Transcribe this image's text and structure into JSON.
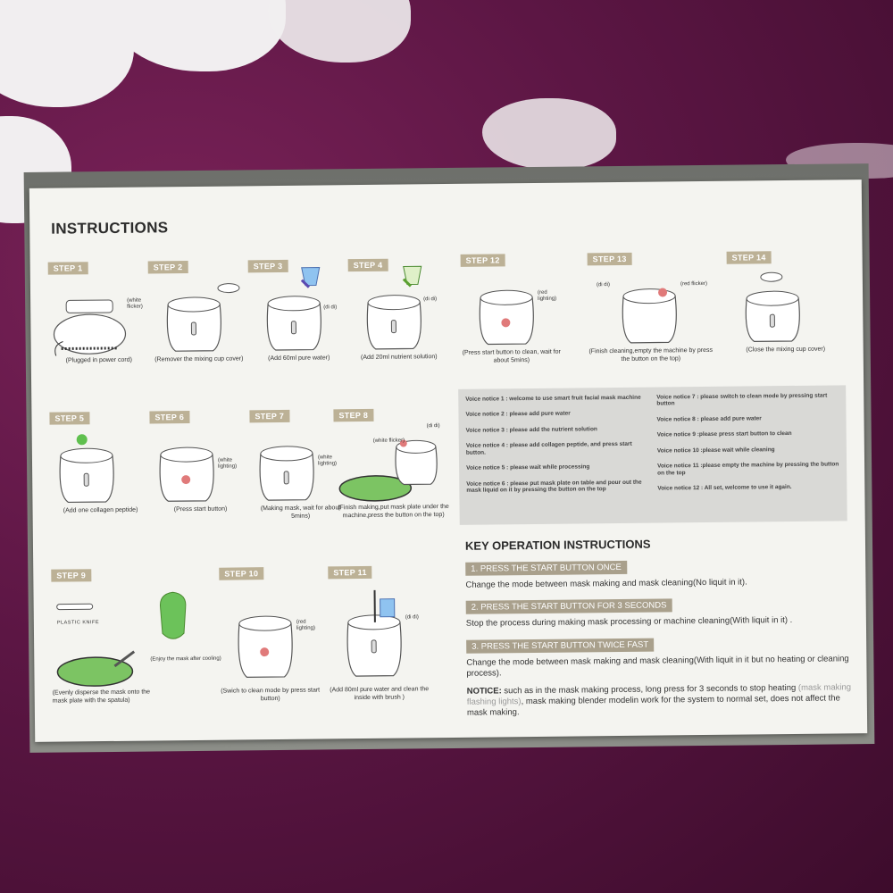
{
  "heading": "INSTRUCTIONS",
  "steps": [
    {
      "tag": "STEP 1",
      "caption": "(Plugged in power cord)",
      "labels": [
        "(white flicker)"
      ]
    },
    {
      "tag": "STEP 2",
      "caption": "(Remover the mixing cup cover)",
      "labels": []
    },
    {
      "tag": "STEP 3",
      "caption": "(Add 60ml pure water)",
      "labels": [
        "(di di)"
      ]
    },
    {
      "tag": "STEP 4",
      "caption": "(Add 20ml nutrient solution)",
      "labels": [
        "(di di)"
      ]
    },
    {
      "tag": "STEP 5",
      "caption": "(Add one collagen peptide)",
      "labels": []
    },
    {
      "tag": "STEP 6",
      "caption": "(Press start button)",
      "labels": [
        "(white lighting)"
      ]
    },
    {
      "tag": "STEP 7",
      "caption": "(Making mask, wait for about 5mins)",
      "labels": [
        "(white lighting)"
      ]
    },
    {
      "tag": "STEP 8",
      "caption": "(Finish making,put mask plate under the machine,press the button on the top)",
      "labels": [
        "(di di)",
        "(white flicker)"
      ]
    },
    {
      "tag": "STEP 9",
      "caption": "(Evenly disperse the mask onto the mask plate with the spatula)",
      "labels": [
        "PLASTIC KNIFE"
      ],
      "caption2": "(Enjoy the mask after cooling)"
    },
    {
      "tag": "STEP 10",
      "caption": "(Swich to clean mode by press start button)",
      "labels": [
        "(red lighting)"
      ]
    },
    {
      "tag": "STEP 11",
      "caption": "(Add 80ml pure water and clean the inside with brush )",
      "labels": [
        "(di di)"
      ]
    },
    {
      "tag": "STEP 12",
      "caption": "(Press start button to clean, wait for about 5mins)",
      "labels": [
        "(red lighting)"
      ]
    },
    {
      "tag": "STEP 13",
      "caption": "(Finish cleaning,empty the machine by press the button on the top)",
      "labels": [
        "(di di)",
        "(red flicker)"
      ]
    },
    {
      "tag": "STEP 14",
      "caption": "(Close the mixing cup cover)",
      "labels": []
    }
  ],
  "voice_notices": {
    "left": [
      "Voice notice 1 : welcome to use smart fruit facial mask machine",
      "Voice notice 2 : please add pure water",
      "Voice notice 3 : please add the nutrient solution",
      "Voice notice 4 : please add collagen peptide, and press start button.",
      "Voice notice 5 : please wait while processing",
      "Voice notice 6 : please put mask plate on table and pour out the mask liquid on it by pressing the button on the top"
    ],
    "right": [
      "Voice notice 7 : please switch to clean mode by pressing start button",
      "Voice notice 8 : please add pure water",
      "Voice notice 9 :please press start button to clean",
      "Voice notice 10 :please wait while cleaning",
      "Voice notice 11 :please empty the machine by pressing the button on the top",
      "Voice notice 12 : All set, welcome to use it again."
    ]
  },
  "key_ops": {
    "heading": "KEY OPERATION INSTRUCTIONS",
    "items": [
      {
        "bar": "1. PRESS THE START BUTTON ONCE",
        "desc": "Change the mode between mask making and mask cleaning(No liquit in it)."
      },
      {
        "bar": "2. PRESS THE START BUTTON FOR 3 SECONDS",
        "desc": "Stop the process during making mask processing or machine cleaning(With liquit in it) ."
      },
      {
        "bar": "3. PRESS THE START BUTTON TWICE FAST",
        "desc": "Change the mode between mask making and mask cleaning(With liquit in it but no heating or cleaning process)."
      }
    ],
    "notice_label": "NOTICE:",
    "notice_a": " such as in the mask making process, long press for 3 seconds to stop heating ",
    "notice_flash": "(mask making flashing lights)",
    "notice_b": ", mask making blender modelin work for the system to normal set, does not affect the mask making."
  },
  "colors": {
    "tag": "#bcb196",
    "bar": "#a9a08c",
    "panel": "#f4f4f0",
    "fabric": "#5c1644",
    "mask_green": "#7cc463"
  }
}
